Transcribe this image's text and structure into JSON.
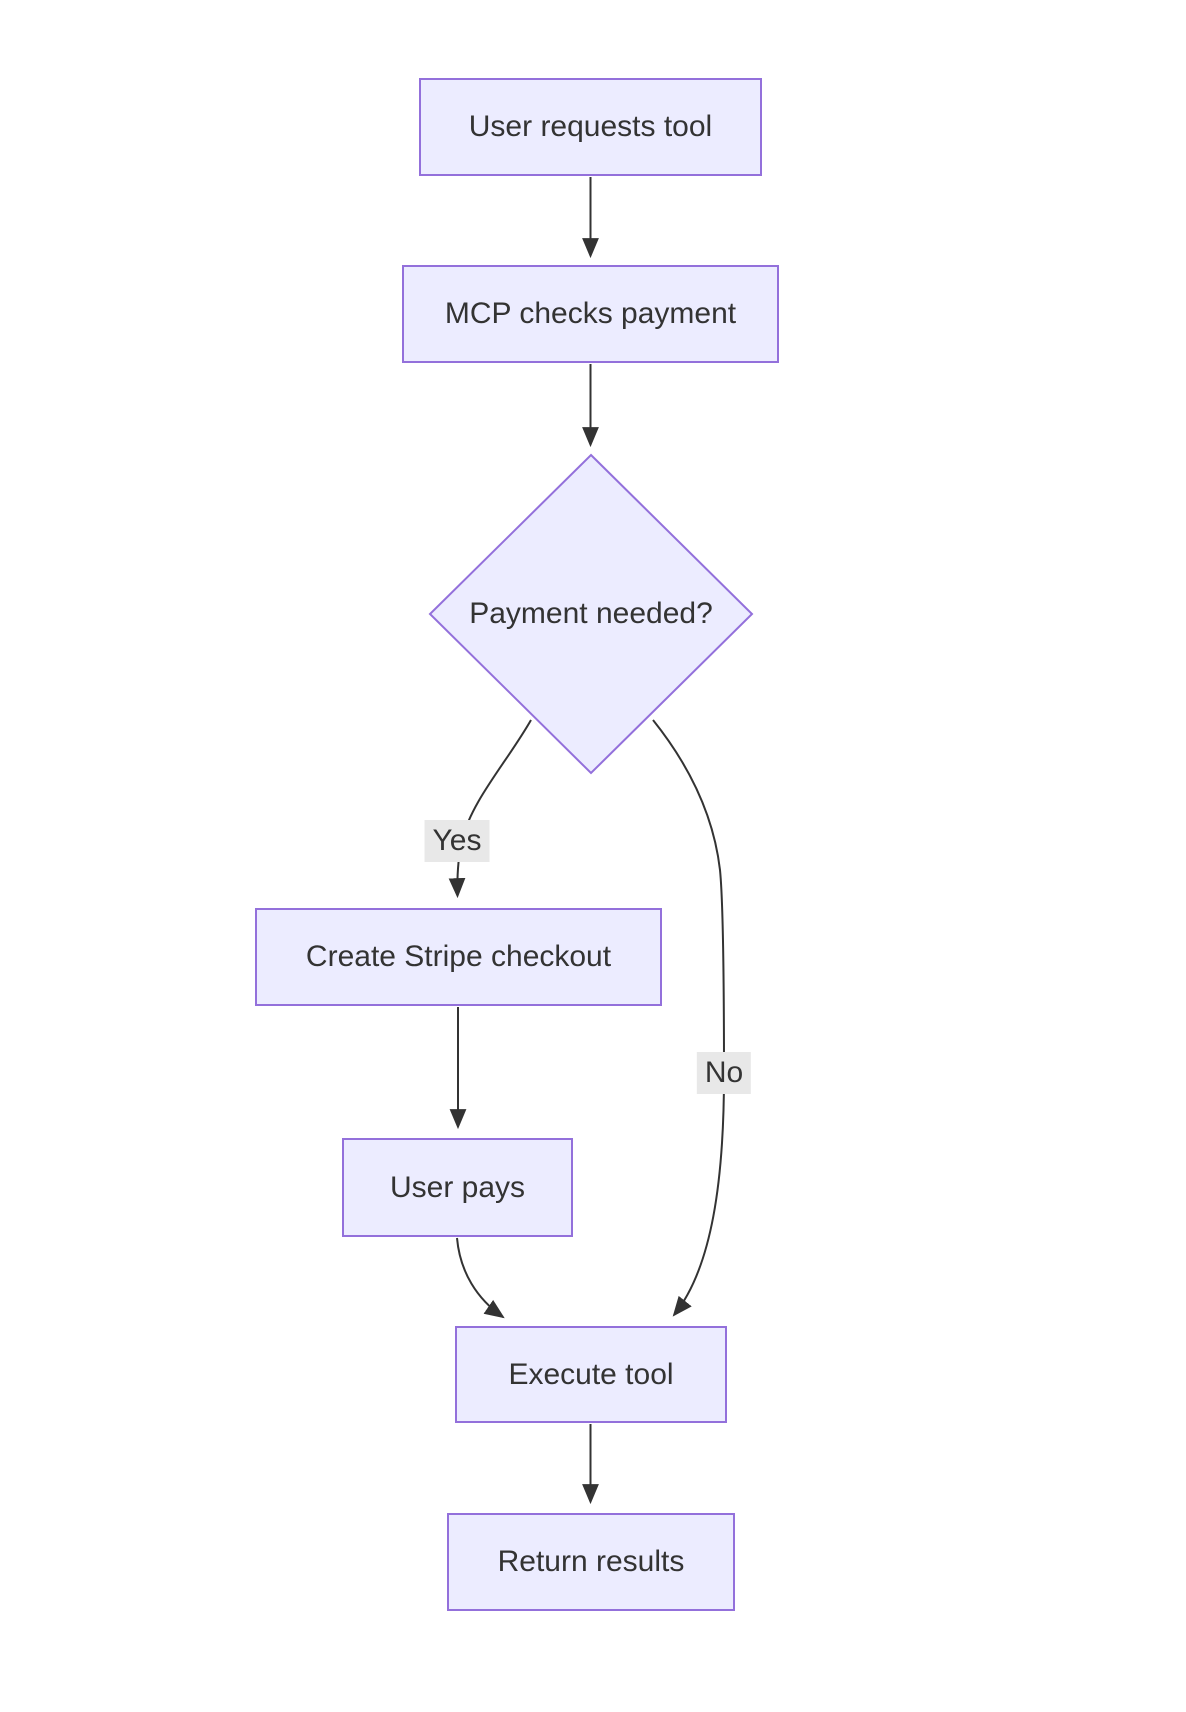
{
  "diagram": {
    "type": "flowchart",
    "direction": "top-down",
    "nodes": [
      {
        "id": "A",
        "label": "User requests tool",
        "shape": "rect"
      },
      {
        "id": "B",
        "label": "MCP checks payment",
        "shape": "rect"
      },
      {
        "id": "C",
        "label": "Payment needed?",
        "shape": "diamond"
      },
      {
        "id": "D",
        "label": "Create Stripe checkout",
        "shape": "rect"
      },
      {
        "id": "E",
        "label": "User pays",
        "shape": "rect"
      },
      {
        "id": "F",
        "label": "Execute tool",
        "shape": "rect"
      },
      {
        "id": "G",
        "label": "Return results",
        "shape": "rect"
      }
    ],
    "edges": [
      {
        "from": "A",
        "to": "B",
        "label": ""
      },
      {
        "from": "B",
        "to": "C",
        "label": ""
      },
      {
        "from": "C",
        "to": "D",
        "label": "Yes"
      },
      {
        "from": "C",
        "to": "F",
        "label": "No"
      },
      {
        "from": "D",
        "to": "E",
        "label": ""
      },
      {
        "from": "E",
        "to": "F",
        "label": ""
      },
      {
        "from": "F",
        "to": "G",
        "label": ""
      }
    ],
    "colors": {
      "node_fill": "#ECECFF",
      "node_border": "#9370DB",
      "text": "#333333",
      "edge_line": "#333333",
      "edge_label_bg": "#e8e8e8",
      "background": "#ffffff"
    }
  }
}
